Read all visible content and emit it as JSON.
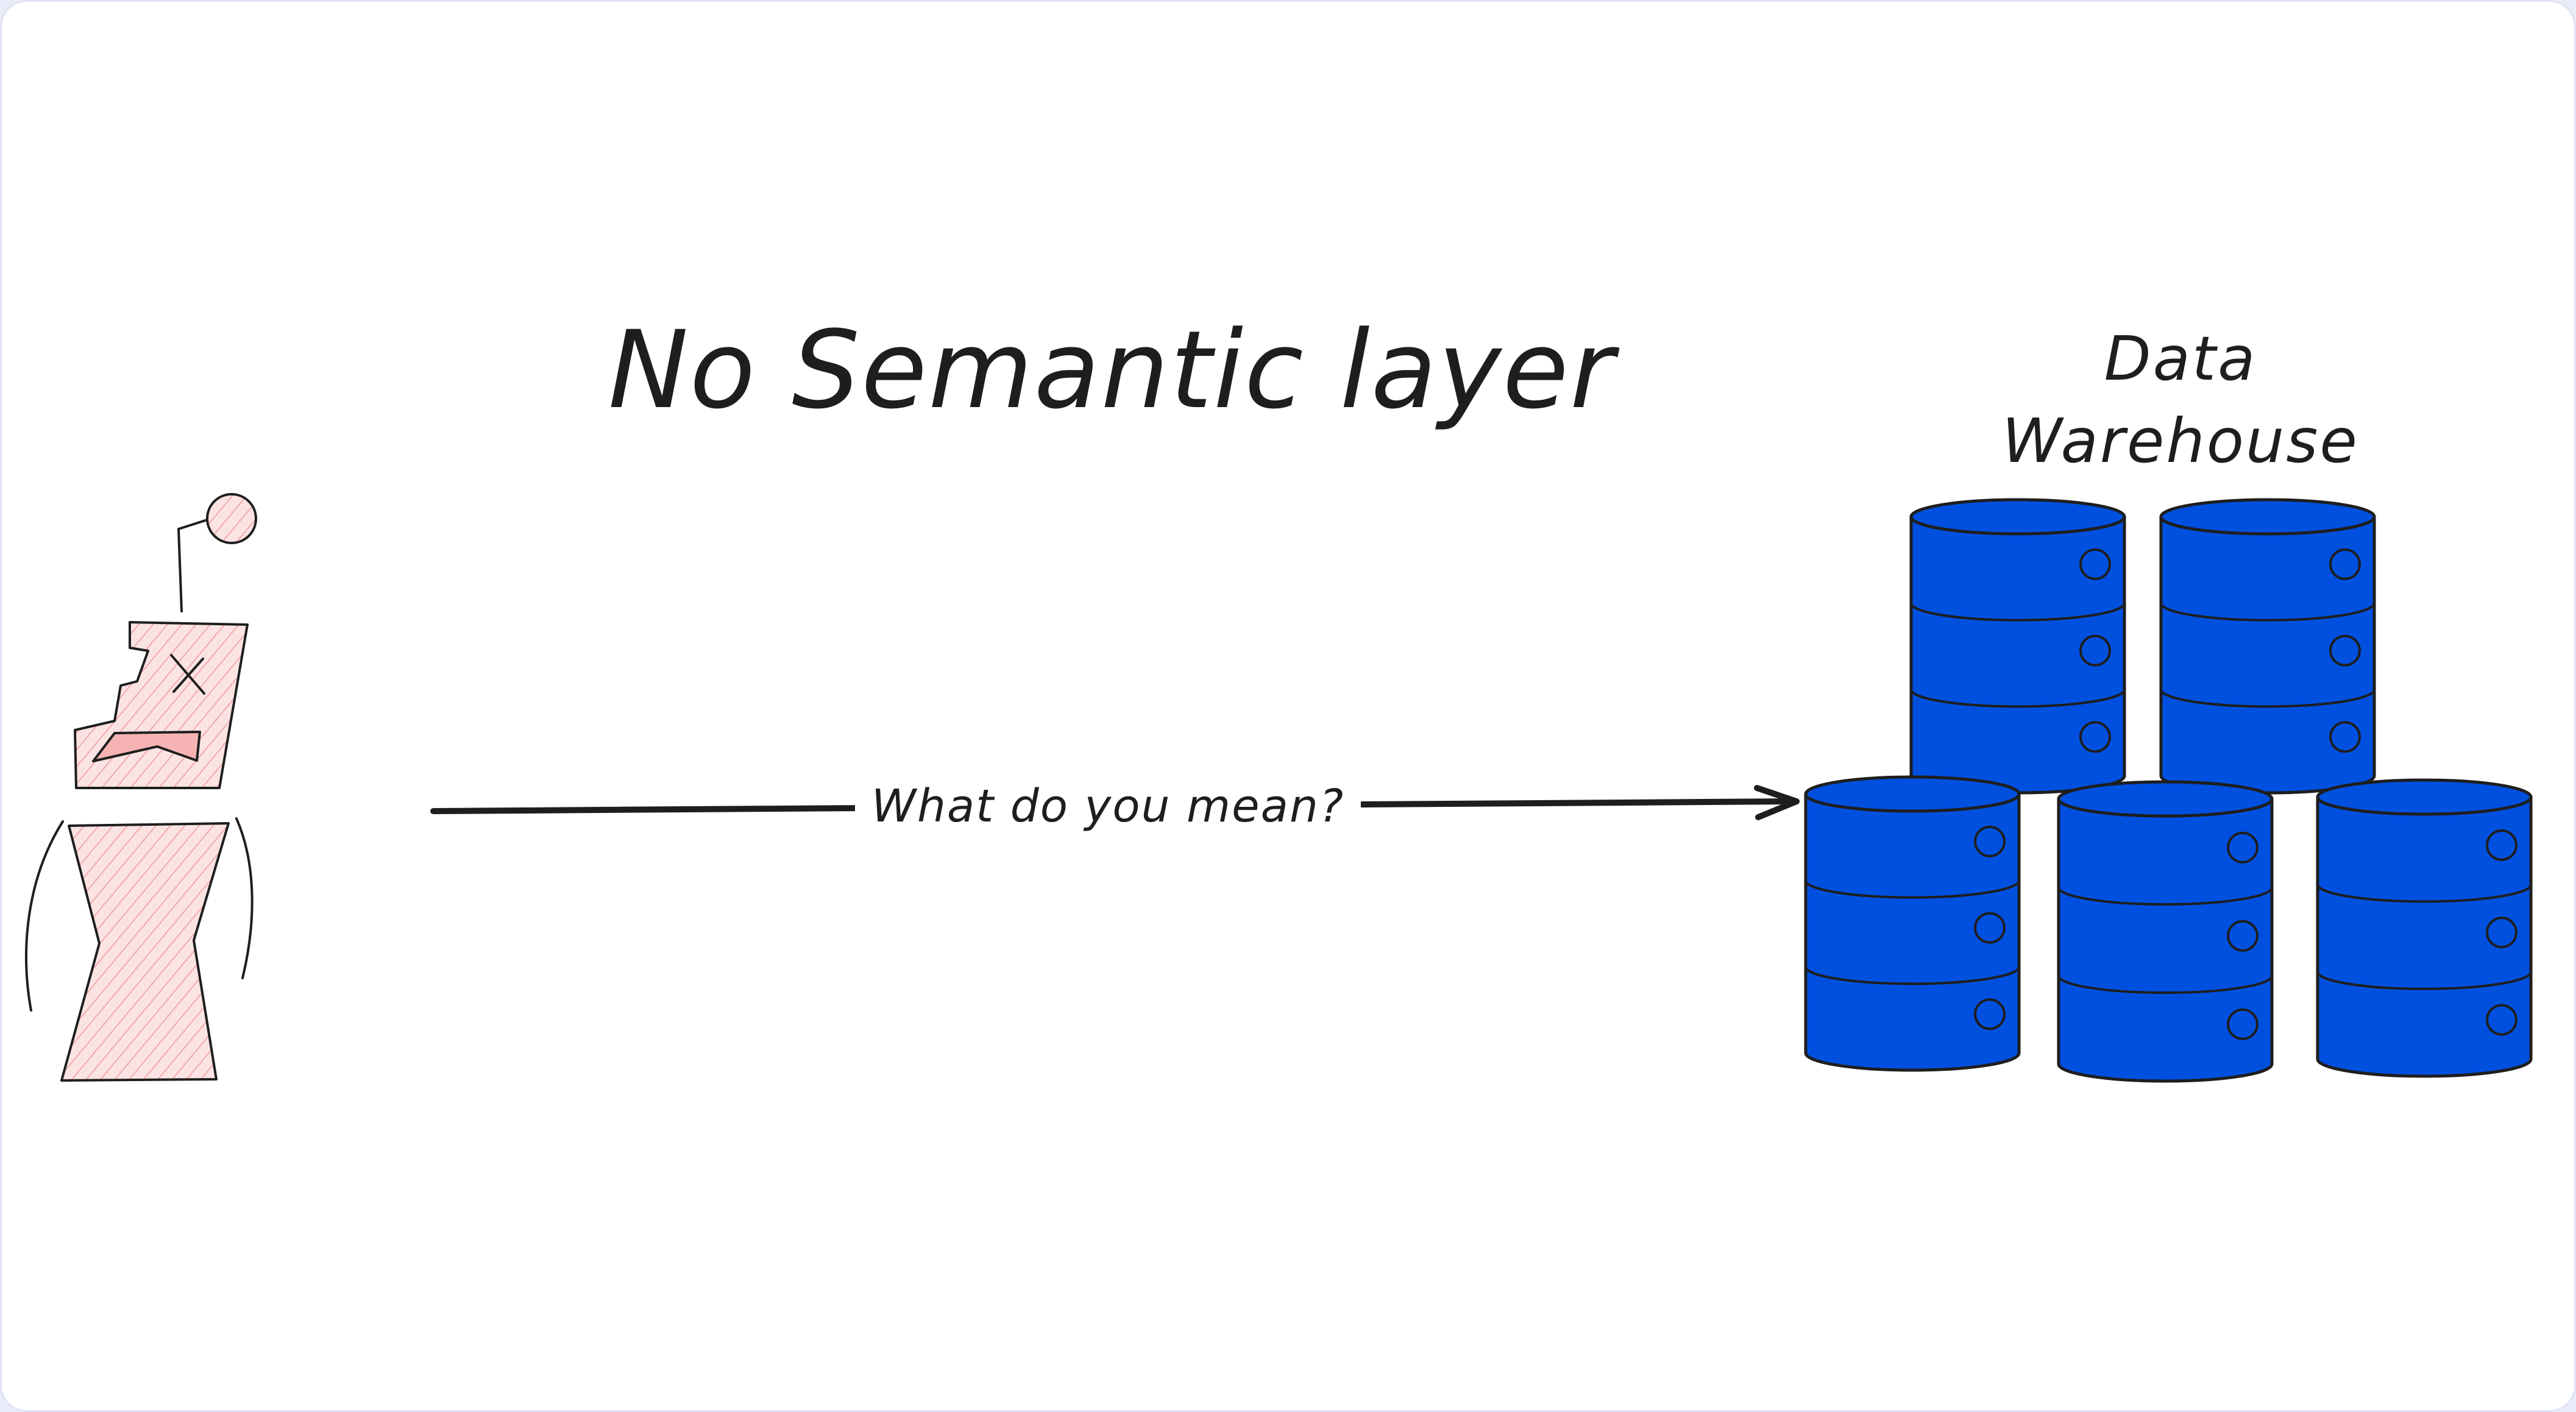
{
  "diagram": {
    "title": "No Semantic layer",
    "warehouse": {
      "label_line1": "Data",
      "label_line2": "Warehouse",
      "cylinder_count": 5,
      "cylinder_color": "#0050e0"
    },
    "connector": {
      "label": "What do you mean?"
    },
    "figure": {
      "icon": "confused-person-icon",
      "fill_color": "#f7c4c4"
    },
    "colors": {
      "ink": "#1e1e1e",
      "background": "#ffffff",
      "frame": "#dfe3f5"
    }
  }
}
